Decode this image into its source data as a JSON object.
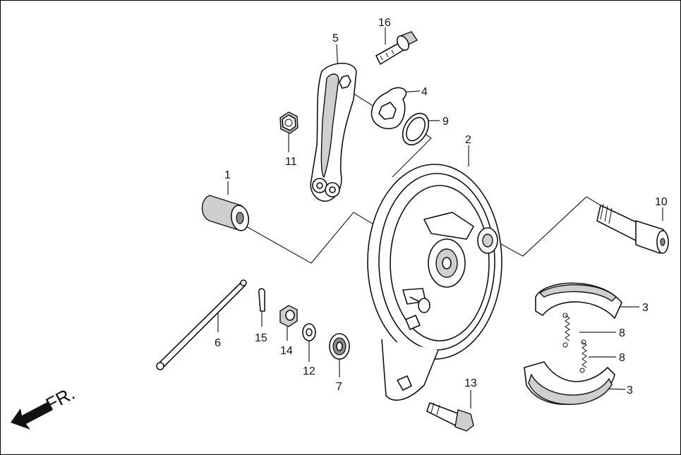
{
  "diagram": {
    "labels": [
      {
        "id": "1",
        "text": "1"
      },
      {
        "id": "2",
        "text": "2"
      },
      {
        "id": "3a",
        "text": "3"
      },
      {
        "id": "3b",
        "text": "3"
      },
      {
        "id": "4",
        "text": "4"
      },
      {
        "id": "5",
        "text": "5"
      },
      {
        "id": "6",
        "text": "6"
      },
      {
        "id": "7",
        "text": "7"
      },
      {
        "id": "8a",
        "text": "8"
      },
      {
        "id": "8b",
        "text": "8"
      },
      {
        "id": "9",
        "text": "9"
      },
      {
        "id": "10",
        "text": "10"
      },
      {
        "id": "11",
        "text": "11"
      },
      {
        "id": "12",
        "text": "12"
      },
      {
        "id": "13",
        "text": "13"
      },
      {
        "id": "14",
        "text": "14"
      },
      {
        "id": "15",
        "text": "15"
      },
      {
        "id": "16",
        "text": "16"
      }
    ],
    "direction": {
      "text": "FR."
    }
  }
}
